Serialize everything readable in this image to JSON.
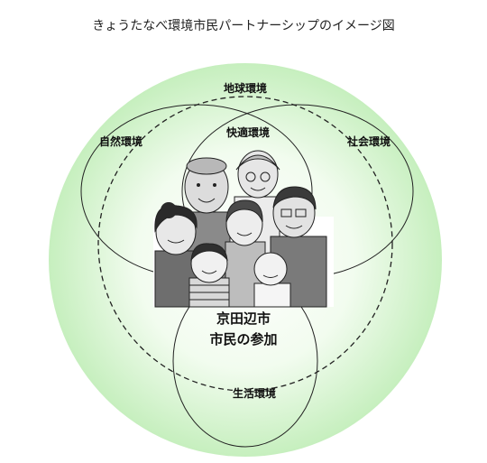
{
  "title": "きょうたなべ環境市民パートナーシップのイメージ図",
  "labels": {
    "global": "地球環境",
    "comfort": "快適環境",
    "nature": "自然環境",
    "social": "社会環境",
    "living": "生活環境"
  },
  "center": {
    "line1": "京田辺市",
    "line2": "市民の参加"
  },
  "colors": {
    "circle_fill_center": "#ffffff",
    "circle_fill_edge": "#c8f0c0",
    "outline": "#222222"
  }
}
